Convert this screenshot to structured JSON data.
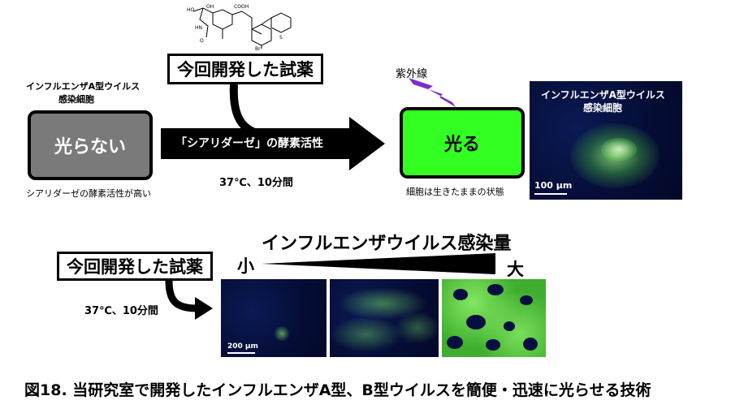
{
  "top": {
    "reagent_label": "今回開発した試薬",
    "uv_label": "紫外線",
    "left_caption_line1": "インフルエンザA型ウイルス",
    "left_caption_line2": "感染細胞",
    "no_glow_label": "光らない",
    "no_glow_note": "シアリダーゼの酵素活性が高い",
    "arrow_label": "「シアリダーゼ」の酵素活性",
    "condition": "37℃、10分間",
    "glow_label": "光る",
    "glow_note": "細胞は生きたままの状態",
    "micro_title_line1": "インフルエンザA型ウイルス",
    "micro_title_line2": "感染細胞",
    "micro_scale": "100 µm"
  },
  "bottom": {
    "infection_title": "インフルエンザウイルス感染量",
    "small_label": "小",
    "large_label": "大",
    "reagent_label": "今回開発した試薬",
    "condition": "37℃、10分間",
    "micro_scale": "200 µm"
  },
  "caption": "図18. 当研究室で開発したインフルエンザA型、B型ウイルスを簡便・迅速に光らせる技術",
  "colors": {
    "glow_green": "#33ff22",
    "gray_box": "#7a7a7a",
    "uv_purple": "#7a2fc9",
    "micro_bg": "#050d35"
  },
  "icons": {
    "molecule": "chemical-structure-icon",
    "uv": "lightning-icon"
  }
}
